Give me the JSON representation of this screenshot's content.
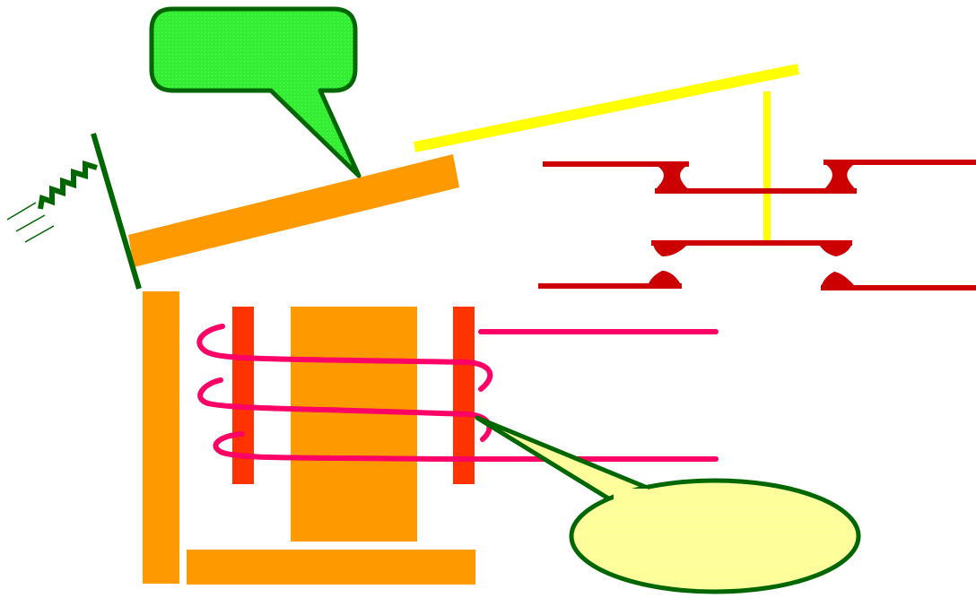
{
  "diagram": {
    "kind": "electromagnetic-relay-schematic",
    "callouts": [
      {
        "id": "armature-callout",
        "shape": "rounded-rectangle",
        "text": ""
      },
      {
        "id": "coil-callout",
        "shape": "ellipse",
        "text": ""
      }
    ],
    "parts": [
      {
        "id": "armature",
        "color": "#FF9900"
      },
      {
        "id": "return-spring",
        "color": "#006600"
      },
      {
        "id": "push-rod",
        "color": "#FFFF00"
      },
      {
        "id": "contacts",
        "color": "#CC0000"
      },
      {
        "id": "yoke",
        "color": "#FF9900"
      },
      {
        "id": "iron-core",
        "color": "#FF9900"
      },
      {
        "id": "coil-bobbin-flanges",
        "color": "#FF3300"
      },
      {
        "id": "coil-winding",
        "color": "#FF0066"
      }
    ]
  },
  "colors": {
    "orange": "#FF9900",
    "dark_green": "#006600",
    "green_fill": "#33EE33",
    "yellow": "#FFFF00",
    "light_yellow": "#FFFF99",
    "red": "#CC0000",
    "flange_red": "#FF3300",
    "pink": "#FF0066"
  }
}
